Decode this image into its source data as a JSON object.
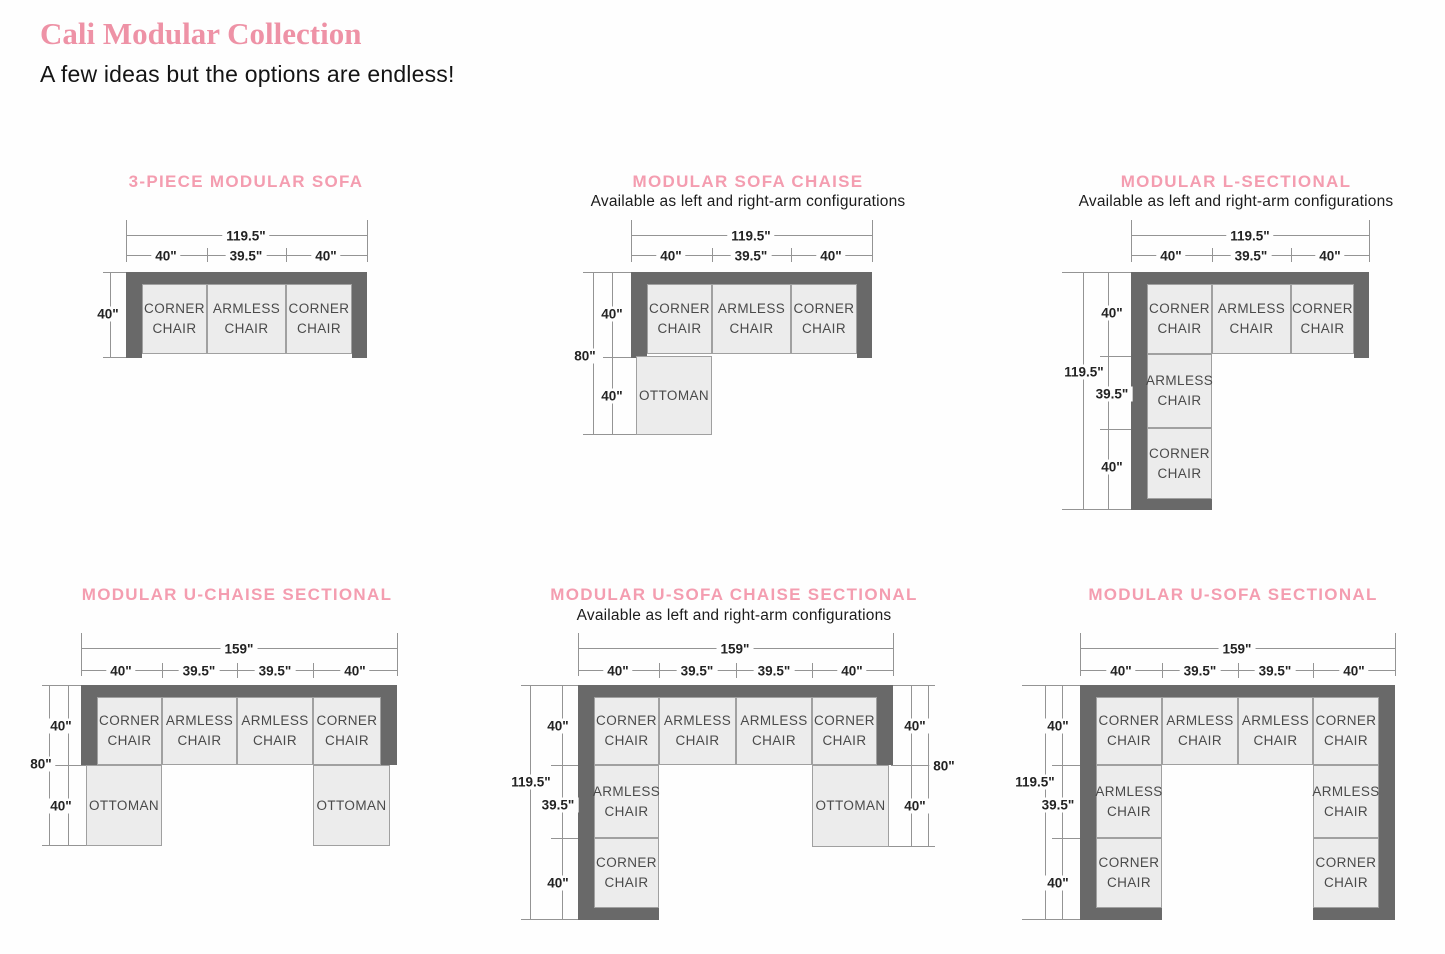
{
  "header": {
    "title": "Cali Modular Collection",
    "subtitle": "A few ideas but the options are endless!"
  },
  "colors": {
    "title_pink": "#ee92a6",
    "section_title_pink": "#f49db0",
    "sofa_frame_gray": "#696969",
    "module_fill": "#ececec",
    "module_border": "#a0a0a0",
    "dimension_line_gray": "#949494",
    "dimension_text": "#232323",
    "module_text": "#4a4a4a"
  },
  "diagrams": {
    "three_piece": {
      "title": "3-PIECE MODULAR SOFA",
      "top_total": "119.5\"",
      "top_segments": [
        "40\"",
        "39.5\"",
        "40\""
      ],
      "left_total": "40\"",
      "modules_row": [
        "CORNER CHAIR",
        "ARMLESS CHAIR",
        "CORNER CHAIR"
      ]
    },
    "sofa_chaise": {
      "title": "MODULAR SOFA CHAISE",
      "subtitle": "Available as left and right-arm configurations",
      "top_total": "119.5\"",
      "top_segments": [
        "40\"",
        "39.5\"",
        "40\""
      ],
      "left_total": "80\"",
      "left_segments": [
        "40\"",
        "40\""
      ],
      "modules_row": [
        "CORNER CHAIR",
        "ARMLESS CHAIR",
        "CORNER CHAIR"
      ],
      "chaise_module": "OTTOMAN"
    },
    "l_sectional": {
      "title": "MODULAR L-SECTIONAL",
      "subtitle": "Available as left and right-arm configurations",
      "top_total": "119.5\"",
      "top_segments": [
        "40\"",
        "39.5\"",
        "40\""
      ],
      "left_total": "119.5\"",
      "left_segments": [
        "40\"",
        "39.5\"",
        "40\""
      ],
      "modules_row": [
        "CORNER CHAIR",
        "ARMLESS CHAIR",
        "CORNER CHAIR"
      ],
      "modules_left_column": [
        "ARMLESS CHAIR",
        "CORNER CHAIR"
      ]
    },
    "u_chaise": {
      "title": "MODULAR U-CHAISE SECTIONAL",
      "top_total": "159\"",
      "top_segments": [
        "40\"",
        "39.5\"",
        "39.5\"",
        "40\""
      ],
      "left_total": "80\"",
      "left_segments": [
        "40\"",
        "40\""
      ],
      "modules_row": [
        "CORNER CHAIR",
        "ARMLESS CHAIR",
        "ARMLESS CHAIR",
        "CORNER CHAIR"
      ],
      "chaise_left": "OTTOMAN",
      "chaise_right": "OTTOMAN"
    },
    "u_sofa_chaise": {
      "title": "MODULAR U-SOFA CHAISE SECTIONAL",
      "subtitle": "Available as left and right-arm configurations",
      "top_total": "159\"",
      "top_segments": [
        "40\"",
        "39.5\"",
        "39.5\"",
        "40\""
      ],
      "left_total": "119.5\"",
      "left_segments": [
        "40\"",
        "39.5\"",
        "40\""
      ],
      "right_total": "80\"",
      "right_segments": [
        "40\"",
        "40\""
      ],
      "modules_row": [
        "CORNER CHAIR",
        "ARMLESS CHAIR",
        "ARMLESS CHAIR",
        "CORNER CHAIR"
      ],
      "modules_left_column": [
        "ARMLESS CHAIR",
        "CORNER CHAIR"
      ],
      "chaise_right": "OTTOMAN"
    },
    "u_sofa": {
      "title": "MODULAR U-SOFA SECTIONAL",
      "top_total": "159\"",
      "top_segments": [
        "40\"",
        "39.5\"",
        "39.5\"",
        "40\""
      ],
      "left_total": "119.5\"",
      "left_segments": [
        "40\"",
        "39.5\"",
        "40\""
      ],
      "modules_row": [
        "CORNER CHAIR",
        "ARMLESS CHAIR",
        "ARMLESS CHAIR",
        "CORNER CHAIR"
      ],
      "modules_left_column": [
        "ARMLESS CHAIR",
        "CORNER CHAIR"
      ],
      "modules_right_column": [
        "ARMLESS CHAIR",
        "CORNER CHAIR"
      ]
    }
  }
}
